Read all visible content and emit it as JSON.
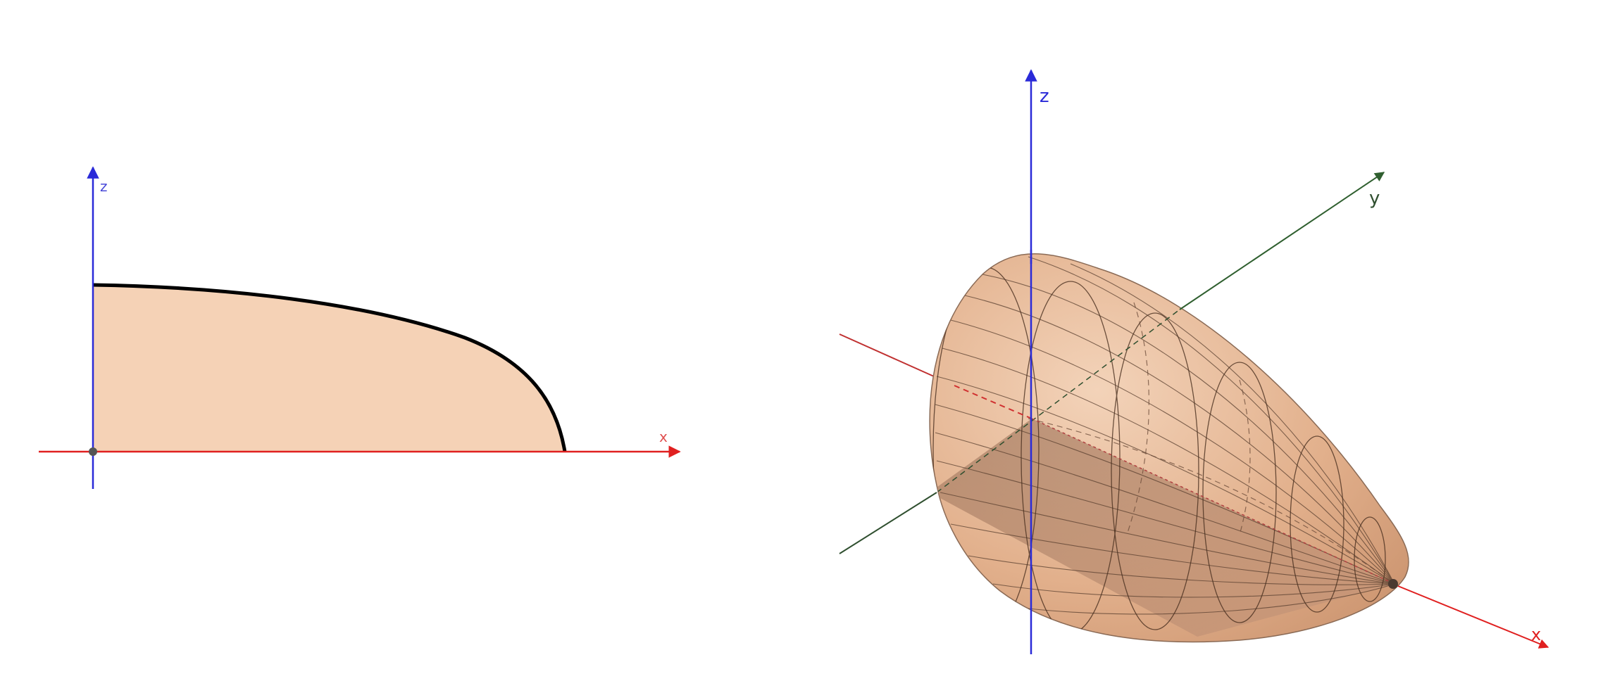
{
  "left_figure": {
    "axis_z_label": "z",
    "axis_x_label": "x",
    "region_fill": "#f5d2b6",
    "curve_color": "#000000"
  },
  "right_figure": {
    "axis_z_label": "z",
    "axis_y_label": "y",
    "axis_x_label": "x",
    "surface_fill": "#e9b892",
    "mesh_color": "#5a4030"
  },
  "colors": {
    "z_axis": "#2a2ad8",
    "x_axis": "#e02020",
    "y_axis": "#2f5f2f"
  }
}
